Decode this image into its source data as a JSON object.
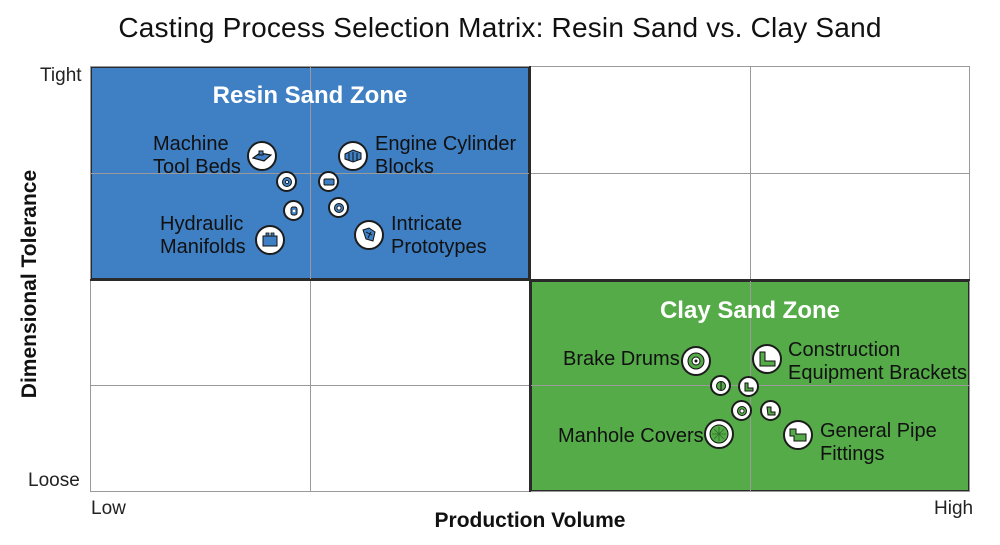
{
  "title": "Casting Process Selection Matrix: Resin Sand vs. Clay Sand",
  "axes": {
    "y_label": "Dimensional Tolerance",
    "x_label": "Production Volume",
    "y_top": "Tight",
    "y_bottom": "Loose",
    "x_left": "Low",
    "x_right": "High"
  },
  "zones": {
    "resin": {
      "title": "Resin Sand Zone",
      "color": "#3f7fc3",
      "items": [
        {
          "line1": "Machine",
          "line2": "Tool Beds",
          "icon": "machine-bed-icon"
        },
        {
          "line1": "Engine Cylinder",
          "line2": "Blocks",
          "icon": "engine-block-icon"
        },
        {
          "line1": "Hydraulic",
          "line2": "Manifolds",
          "icon": "manifold-icon"
        },
        {
          "line1": "Intricate",
          "line2": "Prototypes",
          "icon": "prototype-icon"
        }
      ]
    },
    "clay": {
      "title": "Clay Sand Zone",
      "color": "#54ab48",
      "items": [
        {
          "line1": "Brake Drums",
          "line2": "",
          "icon": "brake-drum-icon"
        },
        {
          "line1": "Construction",
          "line2": "Equipment Brackets",
          "icon": "bracket-icon"
        },
        {
          "line1": "Manhole Covers",
          "line2": "",
          "icon": "manhole-cover-icon"
        },
        {
          "line1": "General Pipe",
          "line2": "Fittings",
          "icon": "pipe-fitting-icon"
        }
      ]
    }
  }
}
